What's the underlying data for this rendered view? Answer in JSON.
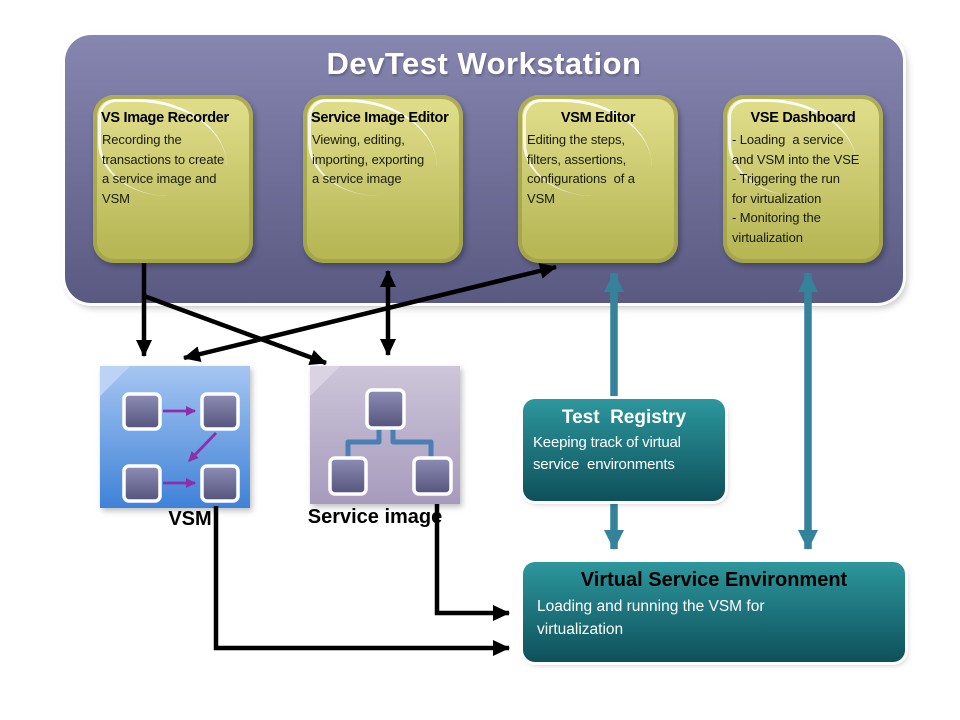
{
  "header": {
    "title": "DevTest Workstation"
  },
  "workstation": {
    "boxes": [
      {
        "title": "VS Image Recorder",
        "body": "Recording the\ntransactions to create\na service image and\nVSM"
      },
      {
        "title": "Service Image Editor",
        "body": "Viewing, editing,\nimporting, exporting\na service image"
      },
      {
        "title": "VSM Editor",
        "body": "Editing the steps,\nfilters, assertions,\nconfigurations  of a\nVSM"
      },
      {
        "title": "VSE Dashboard",
        "body": "- Loading  a service\nand VSM into the VSE\n- Triggering the run\nfor virtualization\n- Monitoring the\nvirtualization"
      }
    ]
  },
  "artifacts": {
    "vsm_label": "VSM",
    "service_image_label": "Service image"
  },
  "test_registry": {
    "title": "Test  Registry",
    "body": "Keeping track of virtual\nservice  environments"
  },
  "vse": {
    "title": "Virtual Service Environment",
    "body": "Loading and running the VSM for\nvirtualization"
  },
  "colors": {
    "panel-top": "#8686b0",
    "panel-bottom": "#595982",
    "olive-top": "#dedc88",
    "olive-bottom": "#b7b756",
    "blue-top": "#a6c6f2",
    "blue-bottom": "#3f82d8",
    "lavender-top": "#cdc6d9",
    "lavender-bottom": "#a79bbd",
    "teal-top": "#2d979d",
    "teal-bottom": "#0e505a",
    "teal-arrow": "#35839b",
    "purple-arrow": "#8c2fa8",
    "blue-connector": "#4a7fb5"
  }
}
